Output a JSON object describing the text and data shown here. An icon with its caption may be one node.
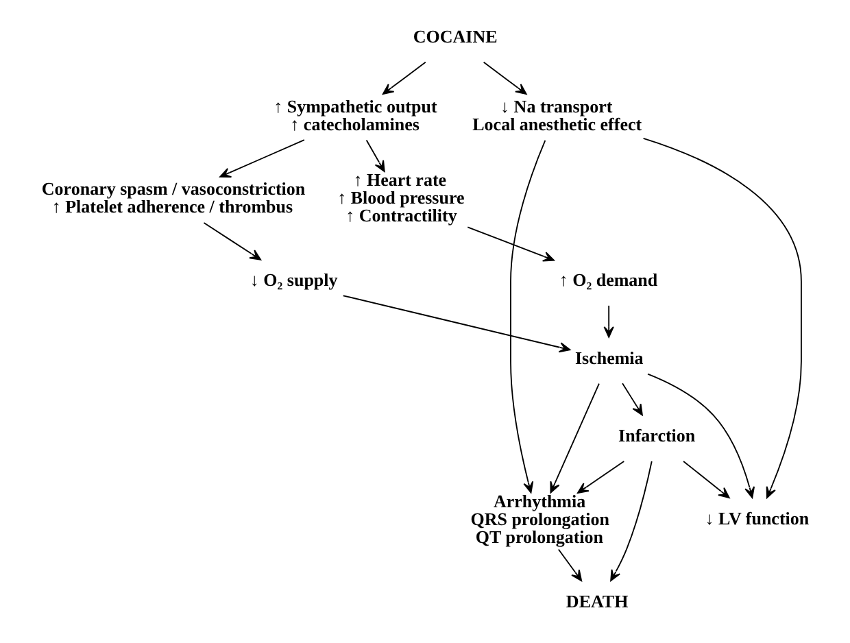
{
  "diagram": {
    "nodes": [
      {
        "text": [
          "COCAINE"
        ]
      },
      {
        "text": [
          "↑ Sympathetic output",
          "↑ catecholamines"
        ]
      },
      {
        "text": [
          "↓ Na transport",
          "Local anesthetic effect"
        ]
      },
      {
        "text": [
          "↑ Heart rate",
          "↑ Blood pressure",
          "↑ Contractility"
        ]
      },
      {
        "text": [
          "Coronary spasm / vasoconstriction",
          "↑ Platelet adherence / thrombus"
        ]
      },
      {
        "text": [
          "↑ O₂ demand"
        ]
      },
      {
        "text": [
          "↓ O₂ supply"
        ]
      },
      {
        "text": [
          "Ischemia"
        ]
      },
      {
        "text": [
          "Infarction"
        ]
      },
      {
        "text": [
          "↓ LV function"
        ]
      },
      {
        "text": [
          "Arrhythmia",
          "QRS prolongation",
          "QT prolongation"
        ]
      },
      {
        "text": [
          "DEATH"
        ]
      }
    ],
    "edges": [
      {
        "from": 0,
        "to": 1,
        "arrow": "to"
      },
      {
        "from": 0,
        "to": 2,
        "arrow": "to"
      },
      {
        "from": 1,
        "to": 3,
        "arrow": "to"
      },
      {
        "from": 1,
        "to": 4,
        "arrow": "to"
      },
      {
        "from": 3,
        "to": 5,
        "arrow": "to"
      },
      {
        "from": 4,
        "to": 6,
        "arrow": "to"
      },
      {
        "from": 5,
        "to": 7,
        "arrow": "to"
      },
      {
        "from": 6,
        "to": 7,
        "arrow": "to"
      },
      {
        "from": 7,
        "to": 8,
        "arrow": "to"
      },
      {
        "from": 2,
        "to": 9,
        "arrow": "to"
      },
      {
        "from": 2,
        "to": 10,
        "arrow": "to"
      },
      {
        "from": 7,
        "to": 9,
        "arrow": "to"
      },
      {
        "from": 7,
        "to": 10,
        "arrow": "to"
      },
      {
        "from": 8,
        "to": 9,
        "arrow": "to"
      },
      {
        "from": 8,
        "to": 10,
        "arrow": "to"
      },
      {
        "from": 8,
        "to": 11,
        "arrow": "to"
      },
      {
        "from": 10,
        "to": 11,
        "arrow": "to"
      }
    ]
  }
}
